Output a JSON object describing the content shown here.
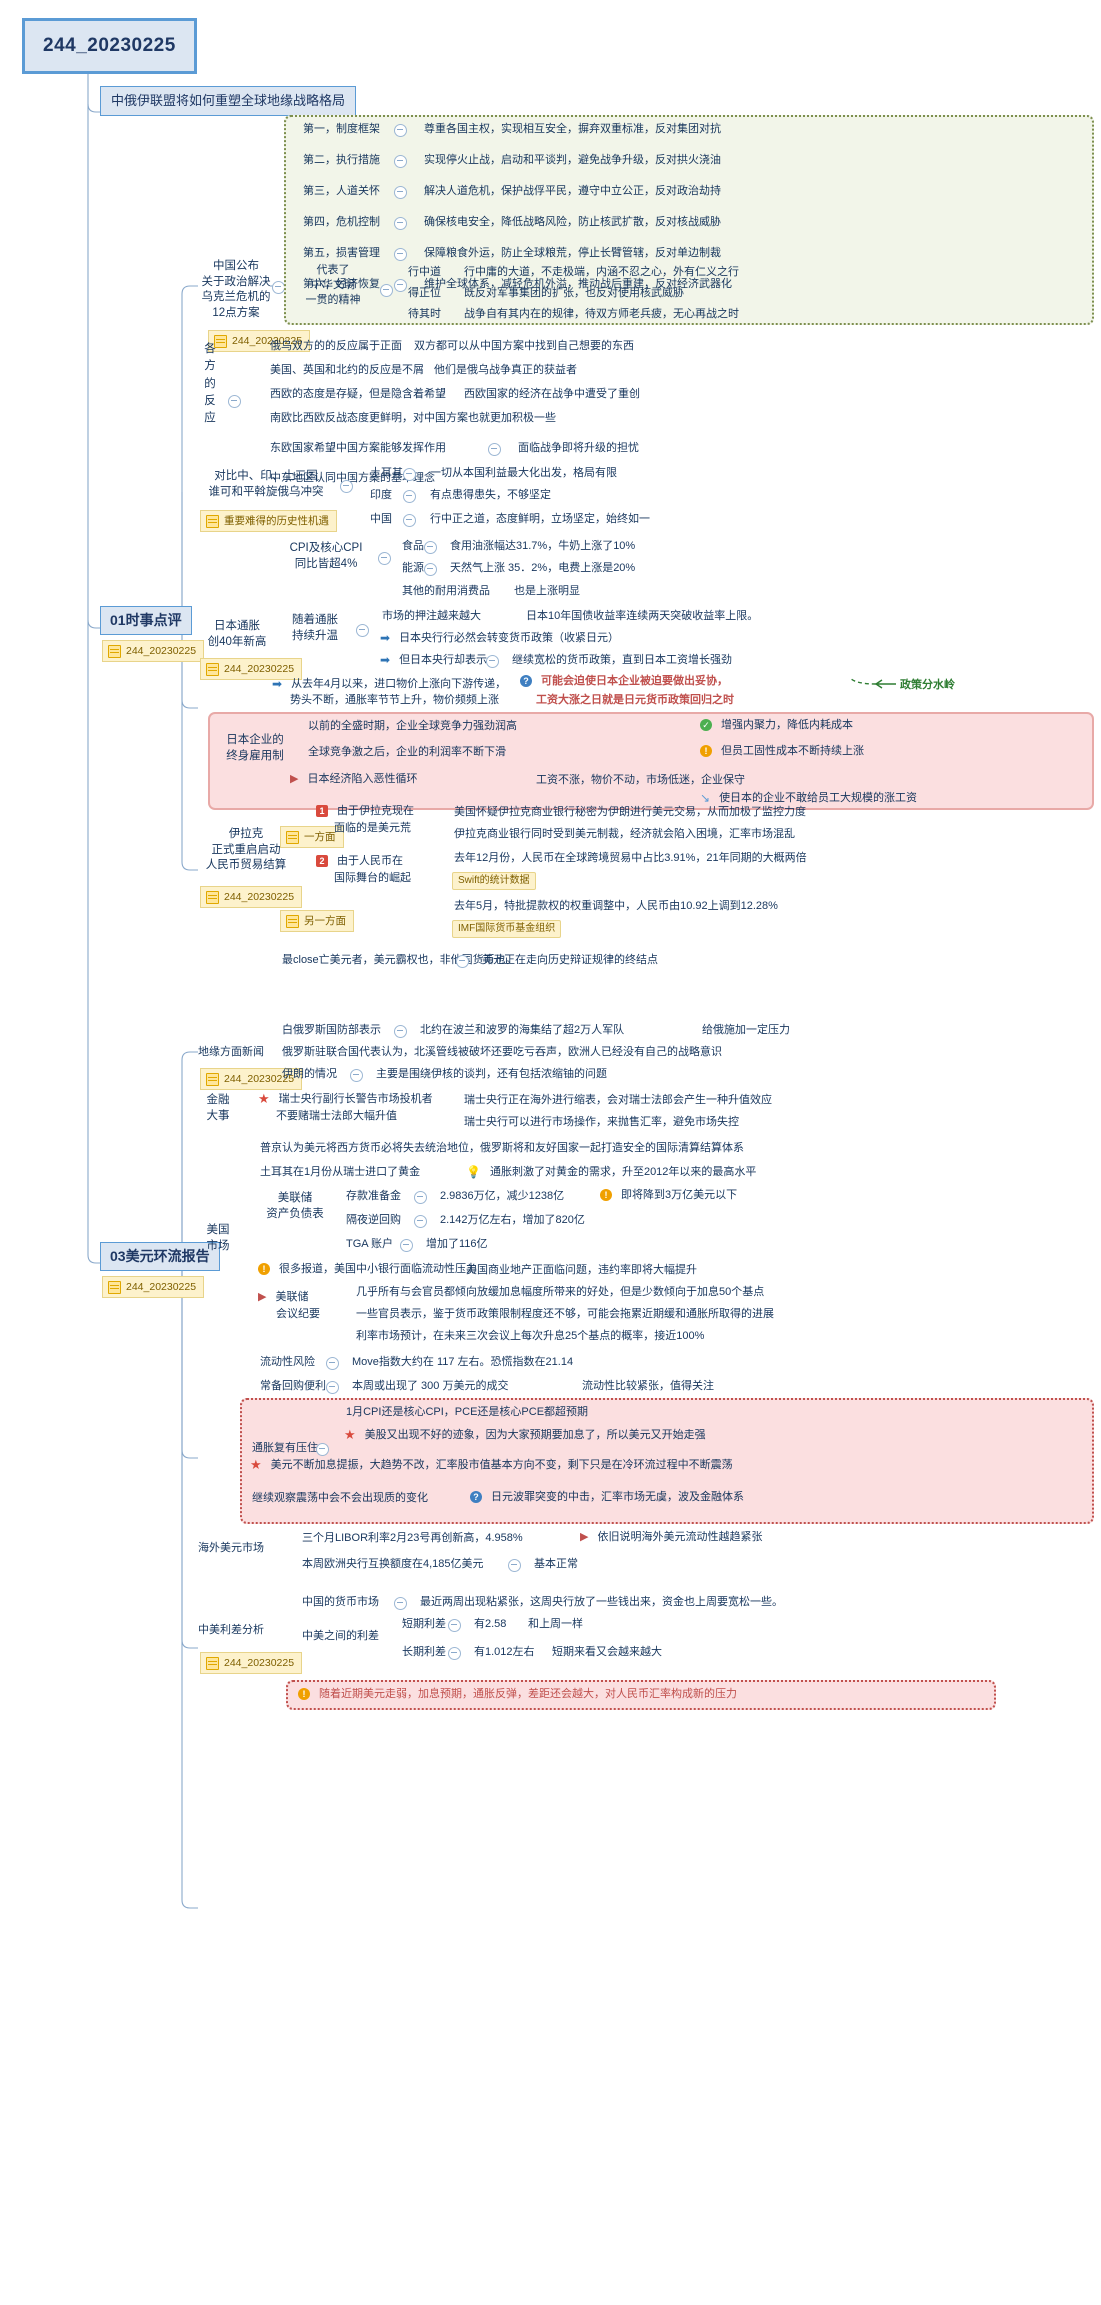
{
  "root": {
    "label": "244_20230225"
  },
  "topics": [
    {
      "label": "中俄伊联盟将如何重塑全球地缘战略格局"
    },
    {
      "label": "01时事点评"
    },
    {
      "label": "03美元环流报告"
    }
  ],
  "notes": {
    "n1": "244_20230225",
    "n2": "244_20230225",
    "n3": "244_20230225",
    "n4": "244_20230225",
    "n5": "244_20230225",
    "n6": "244_20230225",
    "n7": "244_20230225",
    "n8": "重要难得的历史性机遇",
    "n9": "244_20230225"
  },
  "section_china_plan": {
    "title": "中国公布\n关于政治解决\n乌克兰危机的\n12点方案",
    "title_lines": [
      "中国公布",
      "关于政治解决",
      "乌克兰危机的",
      "12点方案"
    ],
    "points": [
      {
        "label": "第一，制度框架",
        "detail": "尊重各国主权，实现相互安全，摒弃双重标准，反对集团对抗"
      },
      {
        "label": "第二，执行措施",
        "detail": "实现停火止战，启动和平谈判，避免战争升级，反对拱火浇油"
      },
      {
        "label": "第三，人道关怀",
        "detail": "解决人道危机，保护战俘平民，遵守中立公正，反对政治劫持"
      },
      {
        "label": "第四，危机控制",
        "detail": "确保核电安全，降低战略风险，防止核武扩散，反对核战威胁"
      },
      {
        "label": "第五，损害管理",
        "detail": "保障粮食外运，防止全球粮荒，停止长臂管辖，反对单边制裁"
      },
      {
        "label": "第六，经济恢复",
        "detail": "维护全球体系，减轻危机外溢，推动战后重建，反对经济武器化"
      }
    ],
    "spirit": {
      "label_lines": [
        "代表了",
        "中华文明",
        "一贯的精神"
      ],
      "items": [
        {
          "label": "行中道",
          "detail": "行中庸的大道，不走极端，内涵不忍之心，外有仁义之行"
        },
        {
          "label": "得正位",
          "detail": "既反对军事集团的扩张，也反对使用核武威胁"
        },
        {
          "label": "待其时",
          "detail": "战争自有其内在的规律，待双方师老兵疲，无心再战之时"
        }
      ]
    }
  },
  "section_reactions": {
    "title_lines": [
      "各",
      "方",
      "的",
      "反",
      "应"
    ],
    "items": [
      {
        "label": "俄乌双方的的反应属于正面",
        "detail": "双方都可以从中国方案中找到自己想要的东西"
      },
      {
        "label": "美国、英国和北约的反应是不屑",
        "detail": "他们是俄乌战争真正的获益者"
      },
      {
        "label": "西欧的态度是存疑，但是隐含着希望",
        "detail": "西欧国家的经济在战争中遭受了重创"
      },
      {
        "label": "南欧比西欧反战态度更鲜明，对中国方案也就更加积极一些",
        "detail": ""
      },
      {
        "label": "东欧国家希望中国方案能够发挥作用",
        "detail": "面临战争即将升级的担忧"
      },
      {
        "label": "中东地区认同中国方案的基本理念",
        "detail": ""
      }
    ]
  },
  "section_compare": {
    "title_lines": [
      "对比中、印、土三国",
      "谁可和平斡旋俄乌冲突"
    ],
    "items": [
      {
        "label": "土耳其",
        "detail": "一切从本国利益最大化出发，格局有限"
      },
      {
        "label": "印度",
        "detail": "有点患得患失，不够坚定"
      },
      {
        "label": "中国",
        "detail": "行中正之道，态度鲜明，立场坚定，始终如一"
      }
    ]
  },
  "section_japan": {
    "title_lines": [
      "日本通胀",
      "创40年新高"
    ],
    "cpi": {
      "title_lines": [
        "CPI及核心CPI",
        "同比皆超4%"
      ],
      "items": [
        {
          "label": "食品",
          "detail": "食用油涨幅达31.7%，牛奶上涨了10%"
        },
        {
          "label": "能源",
          "detail": "天然气上涨 35．2%，电费上涨是20%"
        },
        {
          "label": "其他的耐用消费品",
          "detail": "也是上涨明显"
        }
      ]
    },
    "warm": {
      "title_lines": [
        "随着通胀",
        "持续升温"
      ],
      "items": [
        {
          "icon": "",
          "label": "市场的押注becomes越来越大",
          "label_text": "市场的押注越来越大",
          "detail": "日本10年国债收益率连续两天突破收益率上限。"
        },
        {
          "icon": "arrow-left",
          "label": "日本央行行必然会转变货币政策（收紧日元）",
          "detail": ""
        },
        {
          "icon": "arrow-left",
          "label": "但日本央行却表示",
          "detail": "继续宽松的货币政策，直到日本工资增长强劲"
        }
      ]
    },
    "since_april": {
      "title_lines": [
        "从去年4月以来，进口物价上涨向下游传递，",
        "势头不断，通胀率节节上升，物价频频上涨"
      ],
      "highlight_lines": [
        "可能会迫使日本企业被迫要做出妥协，",
        "工资大涨之日就是日元货币政策回归之时"
      ],
      "annotation": "政策分水岭"
    },
    "lifetime": {
      "title_lines": [
        "日本企业的",
        "终身雇用制"
      ],
      "items": [
        {
          "label": "以前的全盛时期，企业全球竞争力强劲润高",
          "detail": "增强内聚力，降低内耗成本",
          "icon": "ok"
        },
        {
          "label": "全球竞争激之后，企业的利润率不断下滑",
          "detail": "但员工固性成本不断持续上涨",
          "icon": "warn"
        },
        {
          "label": "日本经济陷入恶性循环",
          "detail": "工资不涨，物价不动，市场低迷，企业保守",
          "icon": "flag",
          "detail2": "使日本的企业不敢给员工大规模的涨工资"
        }
      ]
    }
  },
  "section_iraq": {
    "title_lines": [
      "伊拉克",
      "正式重启启动",
      "人民币贸易结算"
    ],
    "side_a": {
      "label": "一方面",
      "num": "1",
      "title": "由于伊拉克现在\n面临的是美元荒",
      "title_lines": [
        "由于伊拉克现在",
        "面临的是美元荒"
      ],
      "detail1": "美国怀疑伊拉克商业银行秘密为伊朗进行美元交易，从而加极了监控力度",
      "detail2": "伊拉克商业银行同时受到美元制裁，经济就会陷入困境，汇率市场混乱"
    },
    "side_b": {
      "label": "另一方面",
      "num": "2",
      "title_lines": [
        "由于人民币在",
        "国际舞台的崛起"
      ],
      "items": [
        {
          "detail": "去年12月份，人民币在全球跨境贸易中占比3.91%，21年同期的大概两倍",
          "tag": "Swift的统计数据"
        },
        {
          "detail": "去年5月，特批提款权的权重调整中，人民币由10.92上调到12.28%",
          "tag": "IMF国际货币基金组织"
        }
      ]
    },
    "last": {
      "label": "最close亡美元者，美元霸权也，非他国货币也。",
      "label_text": "最close亡美元者，美元霸权也，非他国货币也。",
      "detail": "美元正在走向历史辩证规律的终结点"
    }
  },
  "section_geo": {
    "title": "地缘方面新闻",
    "items": [
      {
        "label": "白俄罗斯国防部表示",
        "detail": "北约在波兰和波罗的海集结了超2万人军队",
        "detail2": "给俄施加一定压力"
      },
      {
        "label": "俄罗斯驻联合国代表认为，北溪管线被破坏还要吃亏吞声，欧洲人已经没有自己的战略意识",
        "detail": ""
      },
      {
        "label": "伊朗的情况",
        "detail": "主要是围绕伊核的谈判，还有包括浓缩铀的问题"
      }
    ]
  },
  "section_finance": {
    "title_lines": [
      "金融",
      "大事"
    ],
    "items": [
      {
        "label_lines": [
          "瑞士央行副行长警告市场投机者",
          "不要赌瑞士法郎大幅升值"
        ],
        "icon": "star",
        "children": [
          "瑞士央行正在海外进行缩表，会对瑞士法郎会产生一种升值效应",
          "瑞士央行可以进行市场操作，来抛售汇率，避免市场失控"
        ]
      },
      {
        "label": "普京认为美元将西方货币必将失去统治地位，俄罗斯将和友好国家一起打造安全的国际清算结算体系",
        "children": []
      },
      {
        "label": "土耳其在1月份从瑞士进口了黄金",
        "detail": "通胀刺激了对黄金的需求，升至2012年以来的最高水平",
        "icon_detail": "bulb"
      }
    ]
  },
  "section_fed_bs": {
    "title_lines": [
      "美联储",
      "资产负债表"
    ],
    "items": [
      {
        "label": "存款准备金",
        "detail": "2.9836万亿，减少1238亿",
        "detail2": "即将降到3万亿美元以下"
      },
      {
        "label": "隔夜逆回购",
        "detail": "2.142万亿左右，增加了820亿"
      },
      {
        "label": "TGA 账户",
        "detail": "增加了116亿"
      }
    ]
  },
  "section_us_market": {
    "title_lines": [
      "美国",
      "市场"
    ],
    "items": [
      {
        "label": "很多报道，美国中小银行面临流动性压力",
        "detail": "美国商业地产正面临问题，违约率即将大幅提升",
        "icon": "warn"
      },
      {
        "label": "美联储\n会议纪要",
        "label_lines": [
          "美联储",
          "会议纪要"
        ],
        "icon": "flag",
        "children": [
          {
            "label": "几乎所有与会官员都倾向放缓加息幅度所带来的好处，但是少数倾向于加息50个基点"
          },
          {
            "label": "一些官员表示，鉴于货币政策限制程度还不够，可能会拖累近期缓和通胀所取得的进展"
          },
          {
            "label": "利率市场预计，在未来三次会议上每次升息25个基点的概率，接近100%"
          }
        ]
      },
      {
        "label": "流动性风险",
        "detail": "Move指数大约在 117 左右。恐慌指数在21.14"
      },
      {
        "label": "常备回购便利",
        "detail": "本周或出现了 300 万美元的成交",
        "detail2": "流动性比较紧张，值得关注"
      }
    ]
  },
  "section_inflation_pressure": {
    "title_lines": [
      "通胀复有压生"
    ],
    "title": "通胀复有压住",
    "items": [
      {
        "label": "1月CPI还是核心CPI，PCE还是核心PCE都超预期",
        "icon": "none"
      },
      {
        "label": "美股又出现不好的迹象，因为大家预期要加息了，所以美元又开始走强",
        "icon": "star"
      },
      {
        "label": "美元不断加息提振，大趋势不改，汇率股市值基本方向不变，剩下只是在冷环流过程中不断震荡",
        "icon": "star"
      },
      {
        "label": "继续观察震荡中会不会出现质的变化",
        "detail": "日元波罪突变的中击，汇率市场无虞，波及金融体系",
        "icon_detail": "q"
      }
    ]
  },
  "section_offshore": {
    "title": "海外美元市场",
    "items": [
      {
        "label": "三个月LIBOR利率2月23号再创新高，4.958%",
        "detail": "依旧说明海外美元流动性越趋紧张",
        "icon_detail": "flag"
      },
      {
        "label": "本周欧洲央行互换额度在4,185亿美元",
        "detail": "基本正常"
      }
    ]
  },
  "section_rate_diff": {
    "title": "中美利差分析",
    "items": [
      {
        "label": "中国的货币市场",
        "detail": "最近两周出现粘紧张，这周央行放了一些钱出来，资金也上周要宽松一些。"
      },
      {
        "label_lines": [
          "中美之间的利差"
        ],
        "label": "中美之间的利差",
        "children": [
          {
            "label": "短期利差",
            "detail": "有2.58",
            "detail2": "和上周一样"
          },
          {
            "label": "长期利差",
            "detail": "有1.012左右",
            "detail2": "短期来看又会越来越大"
          }
        ]
      },
      {
        "warning": "随着近期美元走弱，加息预期，通胀反弹，差距还会越大，对人民币汇率构成新的压力"
      }
    ]
  },
  "colors": {
    "accent_blue": "#5b9bd5",
    "node_fill": "#dce6f2",
    "text": "#1f3864",
    "green_box_border": "#7d8f4e",
    "green_box_fill": "#f2f5e9",
    "pink_box_fill": "#fbdfe0",
    "pink_box_border": "#c0504d",
    "note_fill": "#fdf2cc",
    "note_text": "#7f6000",
    "annotation_green": "#2e7d32"
  }
}
